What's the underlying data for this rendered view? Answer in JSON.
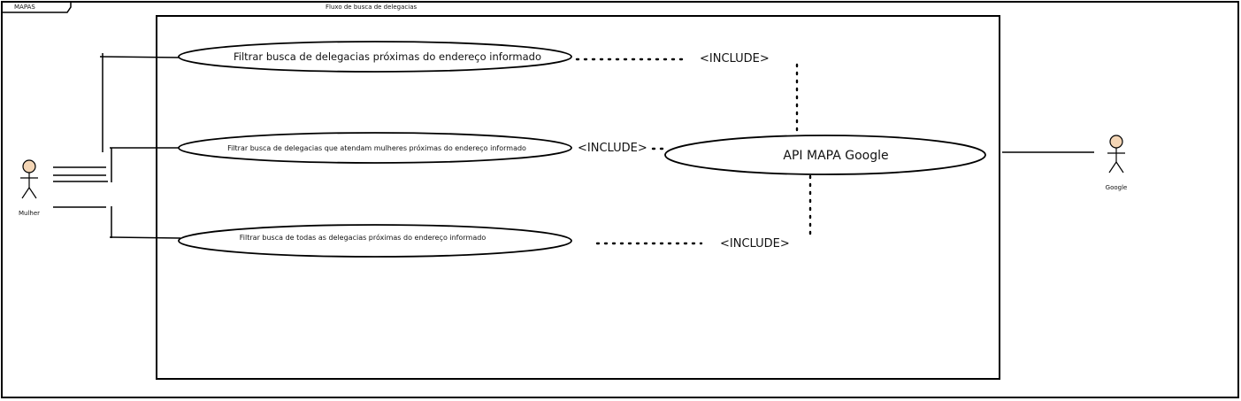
{
  "frame": {
    "tab_label": "MAPAS"
  },
  "system": {
    "title": "Fluxo de busca de delegacias"
  },
  "actors": {
    "left": {
      "name": "Mulher"
    },
    "right": {
      "name": "Google"
    }
  },
  "use_cases": [
    {
      "label": "Filtrar busca de delegacias próximas do endereço informado"
    },
    {
      "label": "Filtrar busca de delegacias que atendam mulheres próximas do endereço informado"
    },
    {
      "label": "Filtrar busca de todas as delegacias próximas do endereço informado"
    }
  ],
  "api": {
    "label": "API MAPA Google"
  },
  "include_labels": [
    "<INCLUDE>",
    "<INCLUDE>",
    "<INCLUDE>"
  ],
  "colors": {
    "actor_head": "#f3d5b5",
    "stroke": "#000000",
    "background": "#ffffff"
  }
}
